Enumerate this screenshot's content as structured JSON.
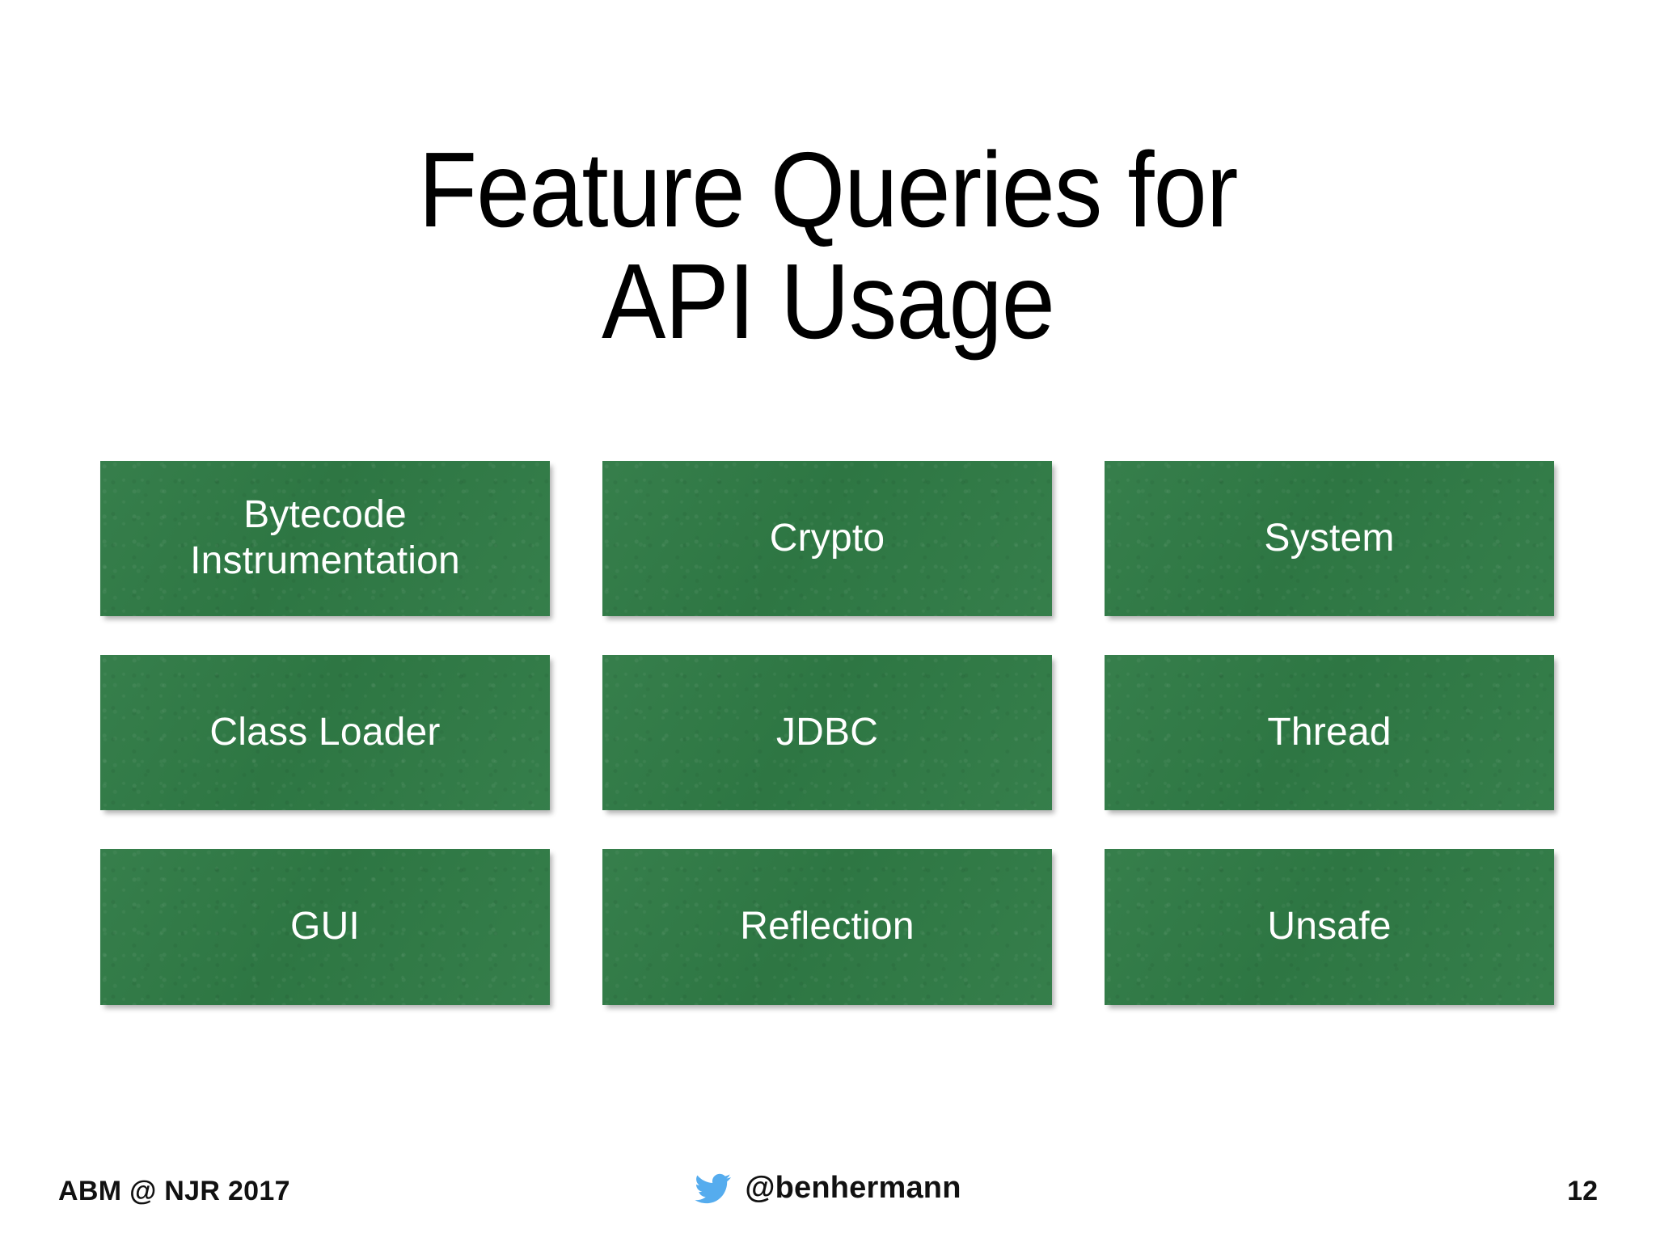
{
  "slide": {
    "title": "Feature Queries for\nAPI Usage",
    "page_number": "12",
    "background_color": "#ffffff",
    "box_color": "#2f7a45",
    "box_text_color": "#ffffff",
    "twitter_icon_color": "#55acee"
  },
  "grid": {
    "boxes": [
      {
        "label": "Bytecode\nInstrumentation",
        "name": "bytecode-instrumentation"
      },
      {
        "label": "Crypto",
        "name": "crypto"
      },
      {
        "label": "System",
        "name": "system"
      },
      {
        "label": "Class Loader",
        "name": "class-loader"
      },
      {
        "label": "JDBC",
        "name": "jdbc"
      },
      {
        "label": "Thread",
        "name": "thread"
      },
      {
        "label": "GUI",
        "name": "gui"
      },
      {
        "label": "Reflection",
        "name": "reflection"
      },
      {
        "label": "Unsafe",
        "name": "unsafe"
      }
    ]
  },
  "footer": {
    "left_text": "ABM @ NJR 2017",
    "twitter_icon": "twitter-bird-icon",
    "handle": "@benhermann",
    "page_number": "12"
  }
}
